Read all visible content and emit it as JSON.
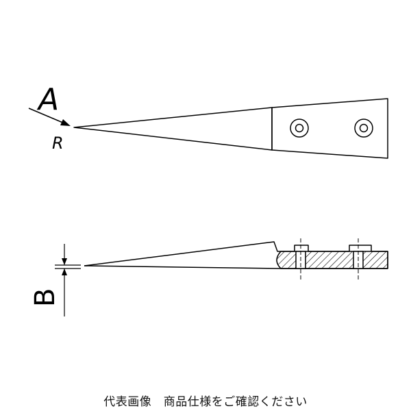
{
  "labels": {
    "dimension_a": "A",
    "dimension_r": "R",
    "dimension_b": "B"
  },
  "caption": "代表画像　商品仕様をご確認ください",
  "colors": {
    "line": "#000000",
    "background": "#ffffff"
  }
}
